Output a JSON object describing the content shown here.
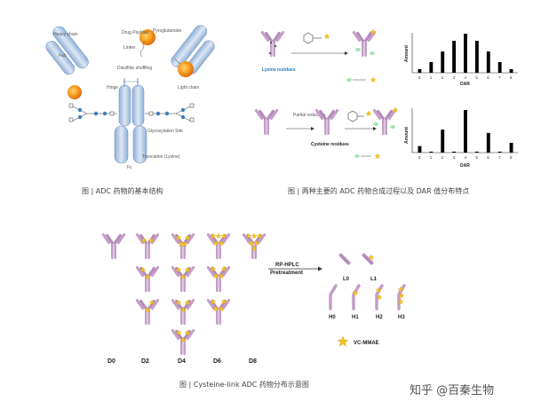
{
  "captions": {
    "adc_structure": "图 | ADC 药物的基本结构",
    "synthesis": "图 | 两种主要的 ADC 药物合成过程以及 DAR 值分布特点",
    "cysteine": "图 | Cysteine-link ADC 药物分布示意图"
  },
  "structure_labels": {
    "drug": "Drug Payload",
    "linker": "Linker",
    "pyroglutamate": "Pyroglutamate",
    "disulfide": "Disulfide shuffling",
    "hinge": "Hinge",
    "glycosylation": "Glycosylation Site",
    "fc": "Fc",
    "truncation": "Truncation (Lysine)",
    "fab": "Fab",
    "heavy_chain": "Heavy chain",
    "light_chain": "Light chain"
  },
  "synthesis": {
    "lysine_label": "Lysine residues",
    "partial_reduction": "Partial reduction",
    "cysteine_label": "Cysteine residues"
  },
  "chart_data": [
    {
      "type": "bar",
      "categories": [
        "0",
        "1",
        "2",
        "3",
        "4",
        "5",
        "6",
        "7",
        "8"
      ],
      "values": [
        1,
        3,
        6,
        9,
        11,
        9,
        6,
        3,
        1
      ],
      "xlabel": "DAR",
      "ylabel": "Amount"
    },
    {
      "type": "bar",
      "categories": [
        "0",
        "1",
        "2",
        "3",
        "4",
        "5",
        "6",
        "7",
        "8"
      ],
      "values": [
        2,
        0.3,
        7,
        0.3,
        13,
        0.3,
        6,
        0.3,
        3
      ],
      "xlabel": "DAR",
      "ylabel": "Amount"
    }
  ],
  "cysteine": {
    "column_labels": [
      "D0",
      "D2",
      "D4",
      "D6",
      "D8"
    ],
    "hplc_label_1": "RP-HPLC",
    "hplc_label_2": "Pretreatment",
    "light_labels": [
      "L0",
      "L1"
    ],
    "heavy_labels": [
      "H0",
      "H1",
      "H2",
      "H3"
    ],
    "legend": "VC-MMAE"
  },
  "watermark": "知乎 @百秦生物",
  "colors": {
    "antibody": "#c49fc8",
    "antibody_dark": "#a57cab",
    "drug": "#f5c518",
    "drug_ring": "#e08a1a",
    "bar": "#000000",
    "struct_blue": "#a9c2e0",
    "payload_orange": "#f08a24"
  }
}
